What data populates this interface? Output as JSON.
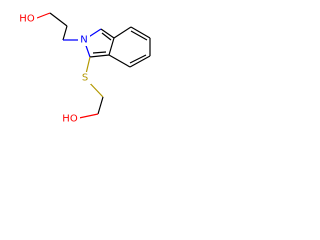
{
  "molecule": {
    "atoms": {
      "ho_top": "HO",
      "nitrogen": "N",
      "sulfur": "S",
      "ho_bottom": "HO"
    },
    "colors": {
      "carbon": "#000000",
      "nitrogen": "#0000ff",
      "sulfur": "#b39800",
      "oxygen": "#ff0000"
    }
  }
}
